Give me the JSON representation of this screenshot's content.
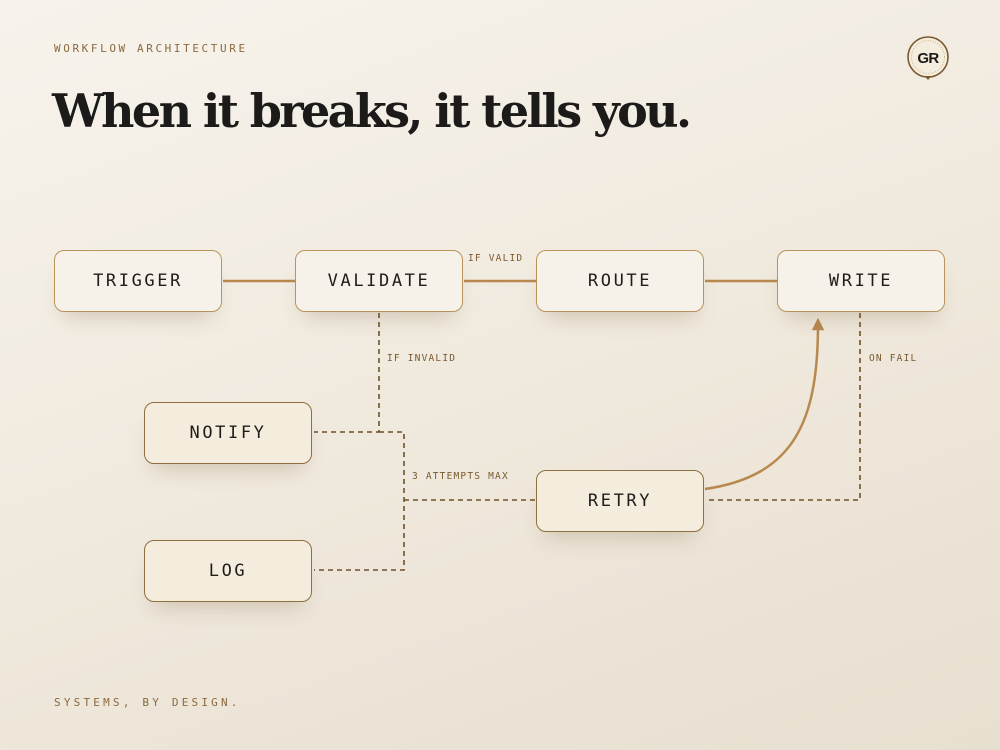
{
  "header": {
    "eyebrow": "WORKFLOW ARCHITECTURE",
    "title": "When it breaks, it tells you.",
    "logo_text": "GR"
  },
  "nodes": {
    "trigger": "TRIGGER",
    "validate": "VALIDATE",
    "route": "ROUTE",
    "write": "WRITE",
    "notify": "NOTIFY",
    "log": "LOG",
    "retry": "RETRY"
  },
  "edge_labels": {
    "if_valid": "IF VALID",
    "if_invalid": "IF INVALID",
    "on_fail": "ON FAIL",
    "attempts": "3 ATTEMPTS MAX"
  },
  "edges": [
    {
      "from": "TRIGGER",
      "to": "VALIDATE",
      "style": "solid"
    },
    {
      "from": "VALIDATE",
      "to": "ROUTE",
      "style": "solid",
      "label": "IF VALID"
    },
    {
      "from": "ROUTE",
      "to": "WRITE",
      "style": "solid"
    },
    {
      "from": "VALIDATE",
      "to": "NOTIFY",
      "style": "dashed",
      "label": "IF INVALID"
    },
    {
      "from": "VALIDATE",
      "to": "LOG",
      "style": "dashed"
    },
    {
      "from": "WRITE",
      "to": "RETRY",
      "style": "dashed",
      "label": "ON FAIL"
    },
    {
      "from": "RETRY",
      "to": "NOTIFY",
      "style": "dashed",
      "label": "3 ATTEMPTS MAX"
    },
    {
      "from": "RETRY",
      "to": "LOG",
      "style": "dashed"
    },
    {
      "from": "RETRY",
      "to": "WRITE",
      "style": "curved-arrow"
    }
  ],
  "colors": {
    "accent": "#b8894e",
    "dashed_wire": "#6e5127",
    "title": "#1c1b1a",
    "eyebrow": "#8a6a3e"
  },
  "footer": {
    "tagline": "SYSTEMS, BY DESIGN."
  }
}
